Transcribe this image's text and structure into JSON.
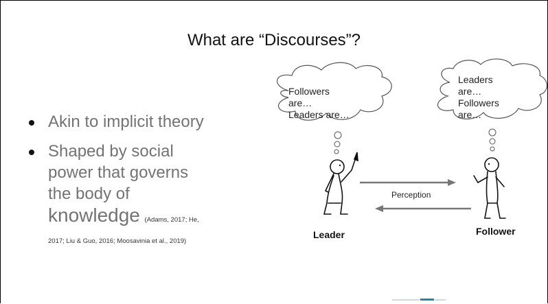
{
  "slide": {
    "title": "What are “Discourses”?"
  },
  "bullets": [
    {
      "text": "Akin to implicit theory"
    },
    {
      "text_line1": "Shaped by social",
      "text_line2": "power that governs",
      "text_line3": "the body of",
      "text_line4": "knowledge",
      "citation_line1": "(Adams, 2017; He,",
      "citation_line2": "2017; Liu & Guo, 2016; Moosavinia et al., 2019)"
    }
  ],
  "diagram": {
    "leader_thought": [
      "Followers",
      "are…",
      "Leaders are…"
    ],
    "follower_thought": [
      "Leaders",
      "are…",
      "Followers",
      "are…"
    ],
    "perception_label": "Perception",
    "leader_label": "Leader",
    "follower_label": "Follower"
  }
}
